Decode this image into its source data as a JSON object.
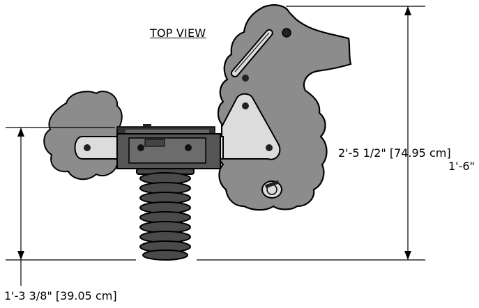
{
  "title": "TOP VIEW",
  "dimensions": {
    "overall_height": "2'-5 1/2\" [74.95 cm]",
    "overlap_label": "1'-6\"",
    "seat_height": "1'-3 3/8\" [39.05 cm]"
  },
  "colors": {
    "body_fill": "#8c8c8c",
    "plate_fill": "#dcdcdc",
    "seat_fill": "#555555",
    "outline": "#000000"
  },
  "components": [
    "seahorse-body",
    "tail-plate",
    "seat-bracket",
    "coil-spring",
    "mounting-bolts"
  ]
}
